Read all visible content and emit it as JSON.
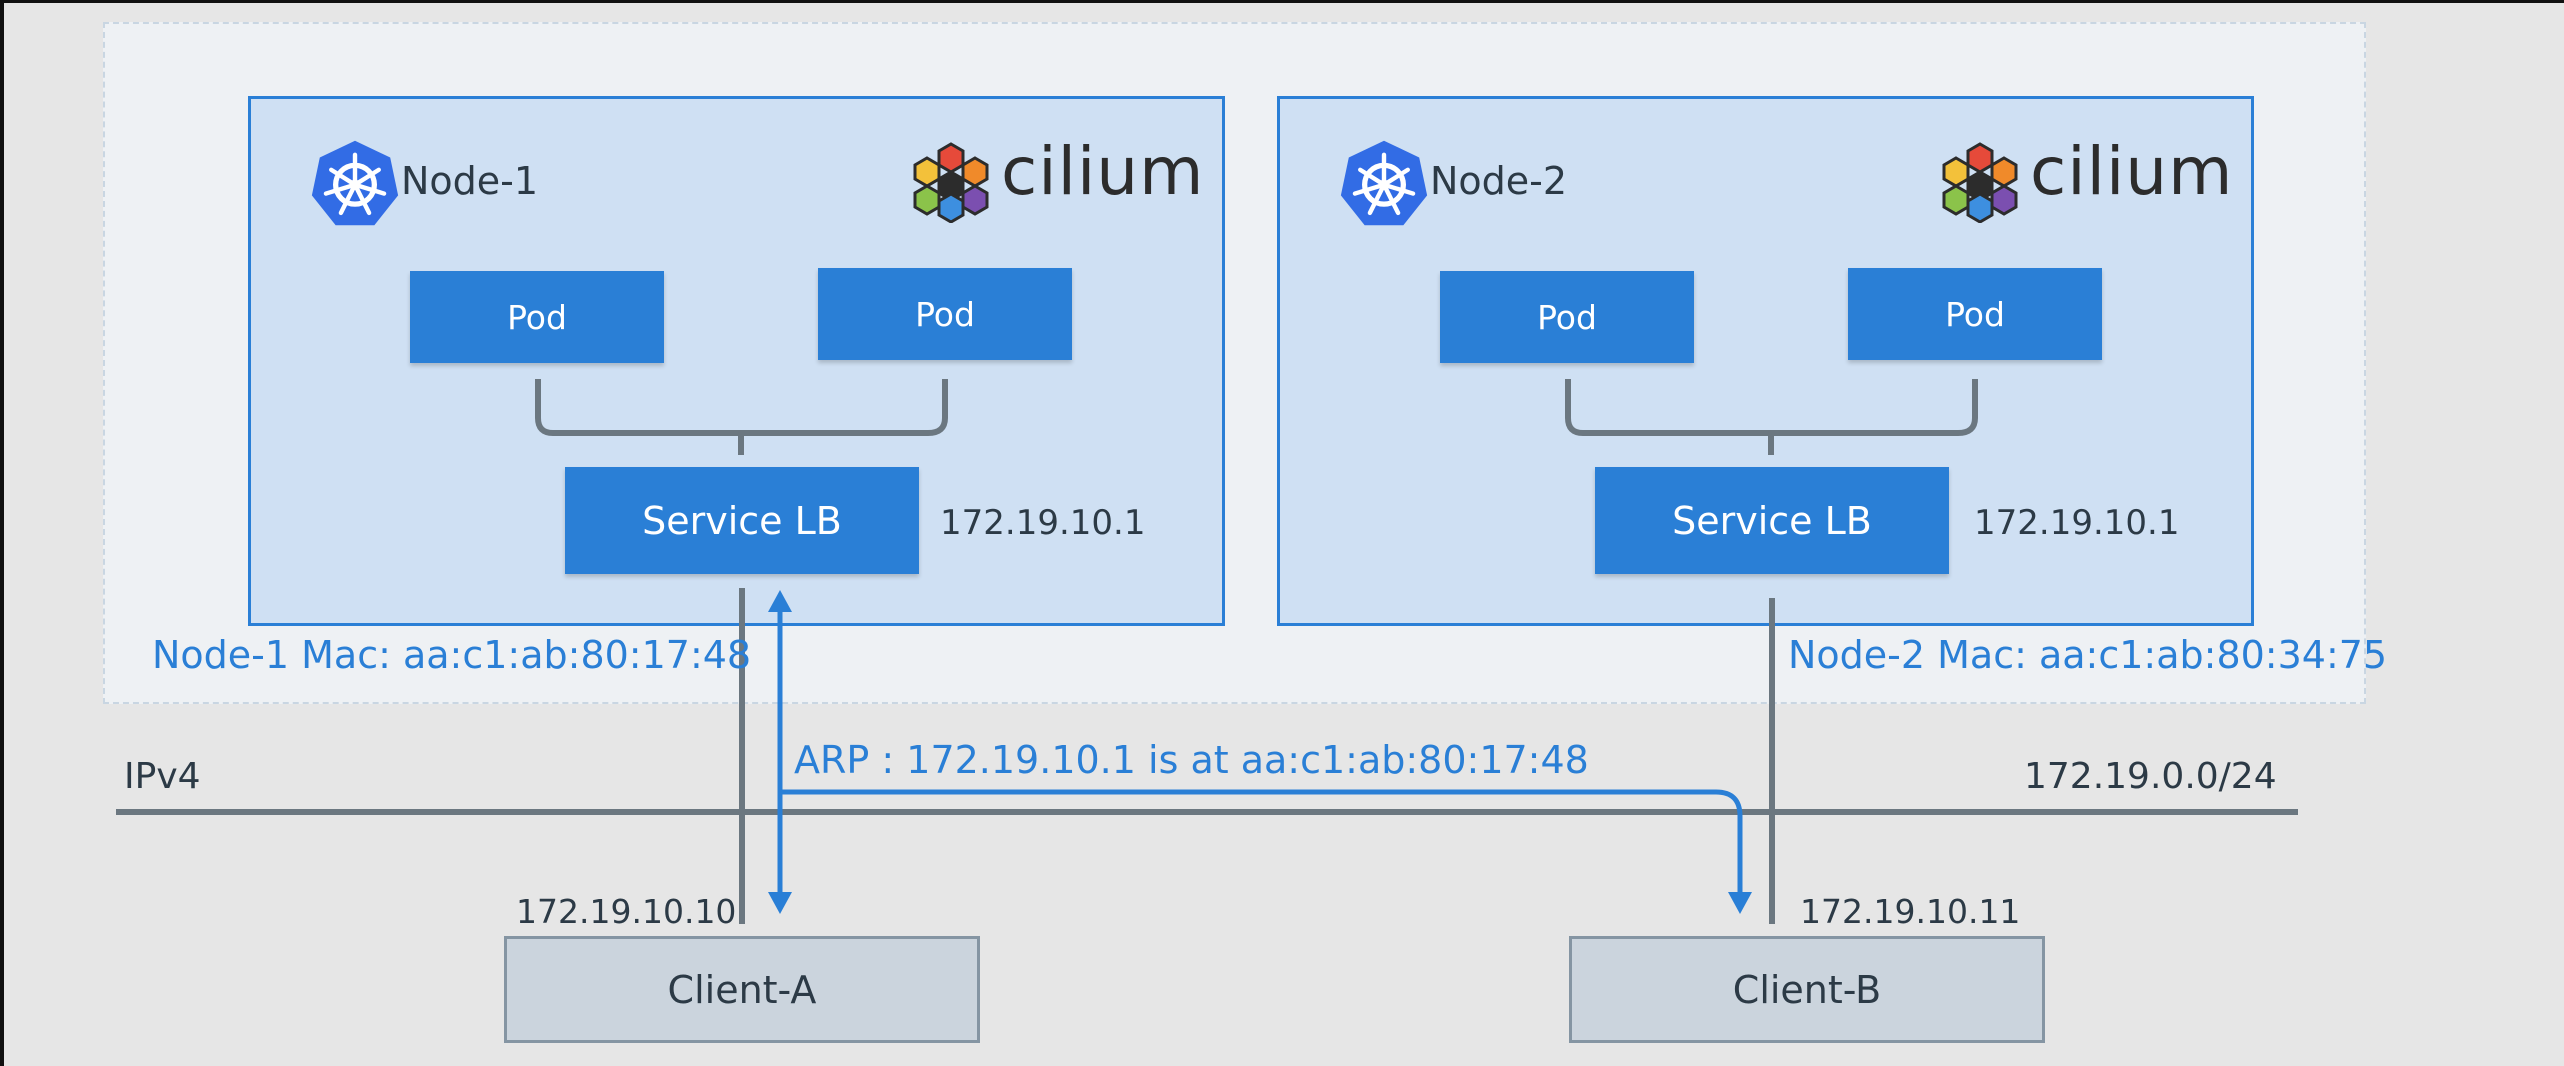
{
  "node1": {
    "label": "Node-1",
    "brand": "cilium",
    "pods": [
      "Pod",
      "Pod"
    ],
    "service_lb": "Service LB",
    "service_ip": "172.19.10.1",
    "mac_label": "Node-1 Mac: aa:c1:ab:80:17:48"
  },
  "node2": {
    "label": "Node-2",
    "brand": "cilium",
    "pods": [
      "Pod",
      "Pod"
    ],
    "service_lb": "Service LB",
    "service_ip": "172.19.10.1",
    "mac_label": "Node-2 Mac: aa:c1:ab:80:34:75"
  },
  "network": {
    "protocol": "IPv4",
    "subnet": "172.19.0.0/24",
    "arp_message": "ARP : 172.19.10.1 is at aa:c1:ab:80:17:48"
  },
  "clients": [
    {
      "name": "Client-A",
      "ip": "172.19.10.10"
    },
    {
      "name": "Client-B",
      "ip": "172.19.10.11"
    }
  ],
  "colors": {
    "accent": "#2a7fd6",
    "node_fill": "#cfe0f3",
    "connector": "#6b7780",
    "client_fill": "#cbd4dd"
  },
  "icons": [
    "kubernetes-helm-icon",
    "cilium-hexagon-icon",
    "arrow-icon"
  ]
}
